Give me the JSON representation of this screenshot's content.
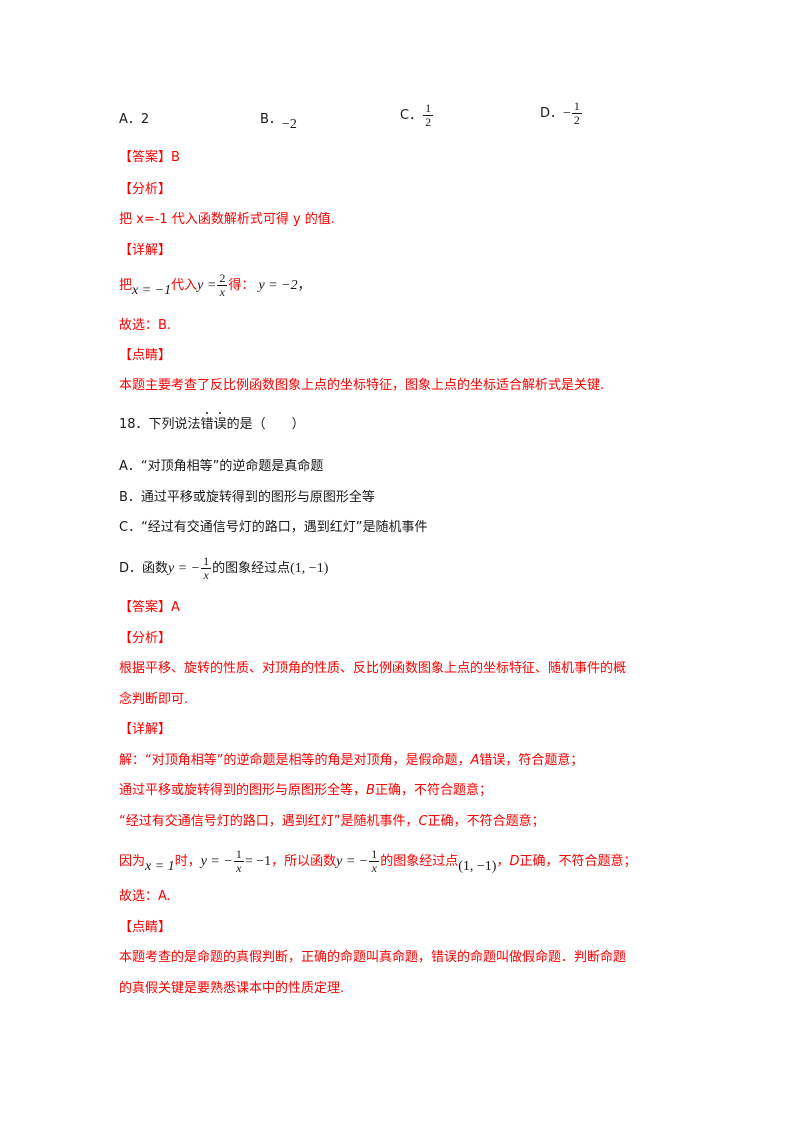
{
  "q17": {
    "options": [
      {
        "label": "A．",
        "value": "2"
      },
      {
        "label": "B．",
        "value": "−2"
      },
      {
        "label": "C．",
        "num": "1",
        "den": "2",
        "sign": ""
      },
      {
        "label": "D．",
        "num": "1",
        "den": "2",
        "sign": "−"
      }
    ],
    "answer_tag": "【答案】",
    "answer": "B",
    "analysis_tag": "【分析】",
    "analysis": "把 x=-1 代入函数解析式可得 y 的值.",
    "detail_tag": "【详解】",
    "detail": {
      "t1": "把",
      "m1": "x = −1",
      "t2": "代入",
      "m2_lhs": "y =",
      "m2_num": "2",
      "m2_den": "x",
      "t3": "得：",
      "m3": "y = −2",
      "t4": "，"
    },
    "choose": "故选：B.",
    "comment_tag": "【点睛】",
    "comment": "本题主要考查了反比例函数图象上点的坐标特征，图象上点的坐标适合解析式是关键."
  },
  "q18": {
    "stem_pre": "18．下列说法",
    "stem_emph1": "错",
    "stem_emph2": "误",
    "stem_post": "的是（　　）",
    "options": {
      "A": "A．“对顶角相等”的逆命题是真命题",
      "B": "B．通过平移或旋转得到的图形与原图形全等",
      "C": "C．“经过有交通信号灯的路口，遇到红灯”是随机事件",
      "D_pre": "D．函数",
      "D_lhs": "y = −",
      "D_num": "1",
      "D_den": "x",
      "D_mid": "的图象经过点",
      "D_point": "(1, −1)"
    },
    "answer_tag": "【答案】",
    "answer": "A",
    "analysis_tag": "【分析】",
    "analysis_l1": "根据平移、旋转的性质、对顶角的性质、反比例函数图象上点的坐标特征、随机事件的概",
    "analysis_l2": "念判断即可.",
    "detail_tag": "【详解】",
    "detail_l1_pre": "解：“对顶角相等”的逆命题是相等的角是对顶角，是假命题，",
    "detail_l1_var": "A",
    "detail_l1_post": "错误，符合题意；",
    "detail_l2_pre": "通过平移或旋转得到的图形与原图形全等，",
    "detail_l2_var": "B",
    "detail_l2_post": "正确，不符合题意；",
    "detail_l3_pre": "“经过有交通信号灯的路口，遇到红灯”是随机事件，",
    "detail_l3_var": "C",
    "detail_l3_post": "正确，不符合题意；",
    "detail_l4": {
      "t1": "因为",
      "m1": "x = 1",
      "t2": "时，",
      "m2_lhs": "y = −",
      "m2_num": "1",
      "m2_den": "x",
      "m2_rhs": "= −1",
      "t3": "，所以函数",
      "m3_lhs": "y = −",
      "m3_num": "1",
      "m3_den": "x",
      "t4": "的图象经过点",
      "m4": "(1, −1)",
      "t5": "，",
      "var": "D",
      "t6": "正确，不符合题意；"
    },
    "choose": "故选：A.",
    "comment_tag": "【点睛】",
    "comment_l1": "本题考查的是命题的真假判断，正确的命题叫真命题，错误的命题叫做假命题．判断命题",
    "comment_l2": "的真假关键是要熟悉课本中的性质定理."
  },
  "colors": {
    "red": "#ff0000",
    "text": "#1a1a1a"
  }
}
